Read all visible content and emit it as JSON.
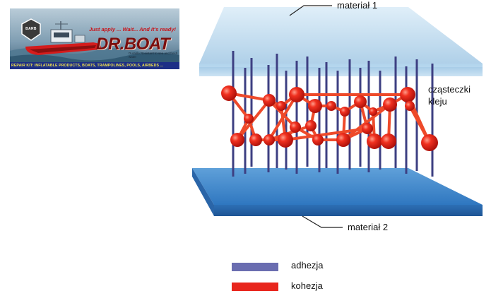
{
  "diagram": {
    "labels": {
      "material1": "materiał 1",
      "material2": "materiał 2",
      "molecules_line1": "cząsteczki",
      "molecules_line2": "kleju"
    },
    "legend": [
      {
        "label": "adhezja",
        "color": "#6a6db0"
      },
      {
        "label": "kohezja",
        "color": "#e8261d"
      }
    ],
    "colors": {
      "plate_top": "#a9cde9",
      "plate_bottom": "#3a7fc6",
      "molecule": "#e21d14",
      "bond": "#ee4a2a",
      "rod": "#3d3f82"
    }
  },
  "banner": {
    "logo_text": "BARB",
    "tagline": "Just apply ... Wait... And it's ready!",
    "brand": "DR.BOAT",
    "description": "Durable Resistant to sea and fresh water",
    "footer": "REPAIR KIT: INFLATABLE PRODUCTS, BOATS, TRAMPOLINES, POOLS, AIRBEDS ..."
  }
}
